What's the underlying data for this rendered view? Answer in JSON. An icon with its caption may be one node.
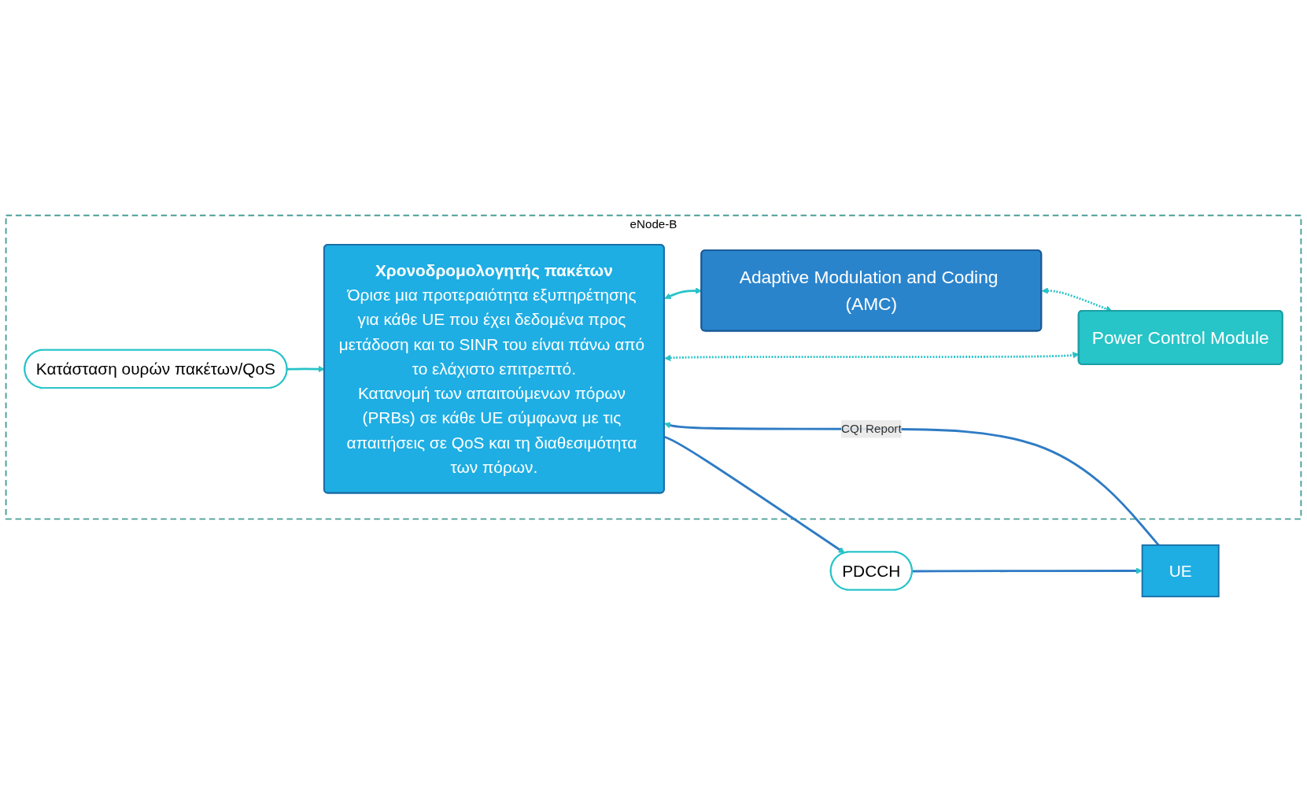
{
  "diagram": {
    "nodes": [
      {
        "text": [
          "eNode-B"
        ]
      },
      {
        "text": [
          "Κατάσταση ουρών πακέτων/QoS"
        ],
        "in": 0
      },
      {
        "text": [
          "Χρονοδρομολογητής πακέτων",
          "Όρισε μια προτεραιότητα εξυπηρέτησης για κάθε UE που έχει δεδομένα προς μετάδοση και το SINR του είναι πάνω από το ελάχιστο επιτρεπτό.",
          "Κατανομή των απαιτούμενων πόρων (PRBs) σε κάθε UE σύμφωνα με τις απαιτήσεις σε QoS και τη διαθεσιμότητα των πόρων."
        ],
        "in": 0
      },
      {
        "text": [
          "Adaptive Modulation and Coding (AMC)"
        ],
        "in": 0
      },
      {
        "text": [
          "Power Control Module"
        ],
        "in": 0
      },
      {
        "text": [
          "UE"
        ]
      },
      {
        "text": [
          "PDCCH"
        ]
      }
    ],
    "edges": [
      {
        "from": 1,
        "to": 2,
        "arrow": "to"
      },
      {
        "from": 2,
        "to": 3,
        "arrow": "both"
      },
      {
        "from": 3,
        "to": 4,
        "arrow": "both",
        "style": "dashed"
      },
      {
        "from": 2,
        "to": 4,
        "arrow": "both",
        "style": "dashed"
      },
      {
        "from": 5,
        "to": 2,
        "arrow": "to",
        "label": "CQI Report",
        "color": "#2e7bc4"
      },
      {
        "from": 2,
        "to": 6,
        "arrow": "to",
        "color": "#2e7bc4"
      },
      {
        "from": 6,
        "to": 5,
        "arrow": "to",
        "color": "#2e7bc4"
      }
    ]
  }
}
